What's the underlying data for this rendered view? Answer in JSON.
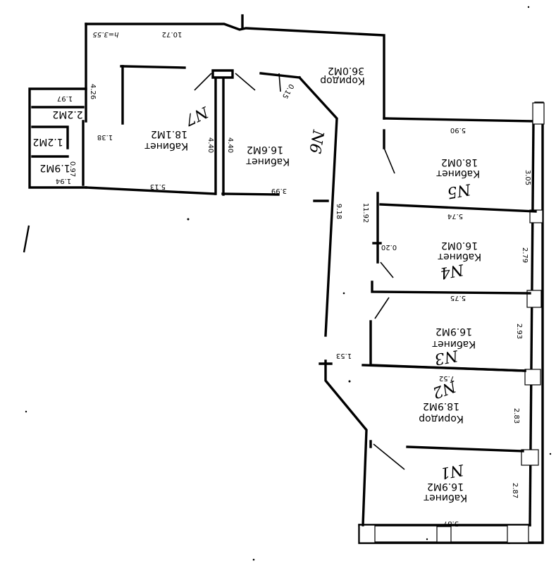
{
  "rooms": {
    "corridor_top": {
      "name": "Коридор",
      "area": "36.0М2"
    },
    "office_1": {
      "name": "Кабинет",
      "area": "18.1М2",
      "number": "N7"
    },
    "office_2": {
      "name": "Кабинет",
      "area": "16.6М2",
      "number": "N6"
    },
    "office_3": {
      "name": "Кабинет",
      "area": "18.0М2",
      "number": "N5"
    },
    "office_4": {
      "name": "Кабинет",
      "area": "16.0М2",
      "number": "N4"
    },
    "office_5": {
      "name": "Кабинет",
      "area": "16.9М2",
      "number": "N3"
    },
    "corridor_right": {
      "name": "Коридор",
      "area": "18.9М2",
      "number": "N2"
    },
    "office_6": {
      "name": "Кабинет",
      "area": "16.9М2",
      "number": "N1"
    },
    "small_1": {
      "area": "2.2М2"
    },
    "small_2": {
      "area": "1.2М2"
    },
    "small_3": {
      "area": "1.9М2"
    }
  },
  "dimensions": {
    "top_width": "10.72",
    "height_label": "h=3.55",
    "left_side": "4.26",
    "wc_top": "1.97",
    "wc_side": "1.38",
    "wc_small_a": "0.97",
    "wc_small_b": "1.94",
    "o1_bottom": "5.13",
    "o1_right": "4.40",
    "o2_left": "4.40",
    "o2_bottom": "3.99",
    "corridor_small": "0.15",
    "corridor_len": "9.18",
    "o3_top": "5.90",
    "o3_side": "3.05",
    "o3_bottom": "5.74",
    "o4_left": "11.92",
    "o4_door": "0.20",
    "o4_side": "2.79",
    "o4_bottom": "5.75",
    "o5_side": "2.93",
    "corr_small": "1.53",
    "o5_bottom": "7.52",
    "corr_side": "2.83",
    "o6_side": "2.87",
    "o6_bottom": "5.87"
  },
  "annotations": {
    "left_mark": "I"
  }
}
